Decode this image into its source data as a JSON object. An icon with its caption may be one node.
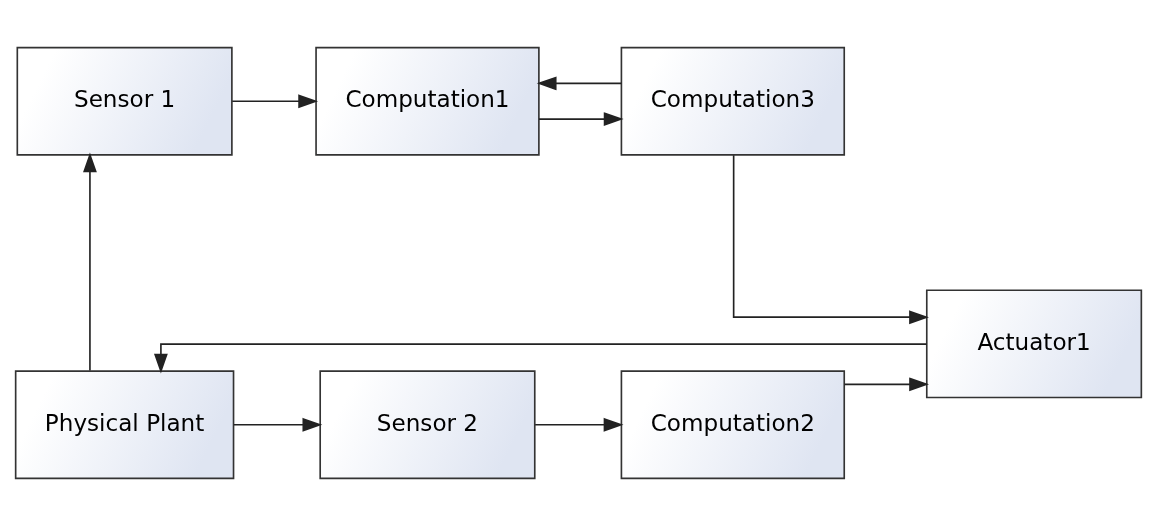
{
  "diagram": {
    "nodes": [
      {
        "text": [
          "Sensor 1"
        ]
      },
      {
        "text": [
          "Computation1"
        ]
      },
      {
        "text": [
          "Computation3"
        ]
      },
      {
        "text": [
          "Actuator1"
        ]
      },
      {
        "text": [
          "Sensor 2"
        ]
      },
      {
        "text": [
          "Computation2"
        ]
      },
      {
        "text": [
          "Physical Plant"
        ]
      }
    ],
    "edges": [
      {
        "from": 0,
        "to": 1,
        "arrow": "to"
      },
      {
        "from": 1,
        "to": 2,
        "arrow": "to"
      },
      {
        "from": 2,
        "to": 3,
        "arrow": "to"
      },
      {
        "from": 2,
        "to": 1,
        "arrow": "to"
      },
      {
        "from": 6,
        "to": 4,
        "arrow": "to"
      },
      {
        "from": 4,
        "to": 5,
        "arrow": "to"
      },
      {
        "from": 5,
        "to": 3,
        "arrow": "to"
      },
      {
        "from": 3,
        "to": 6,
        "arrow": "to"
      },
      {
        "from": 6,
        "to": 0,
        "arrow": "to"
      }
    ]
  }
}
